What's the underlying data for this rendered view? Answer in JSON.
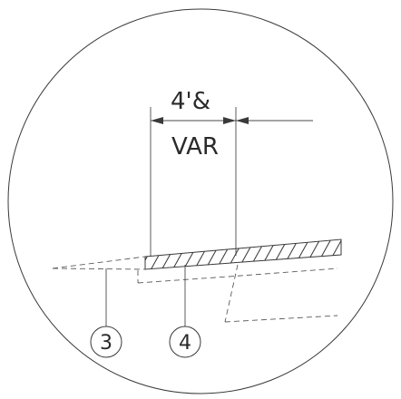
{
  "detail": {
    "dimension_top": "4'&",
    "dimension_bottom": "VAR",
    "callouts": [
      {
        "label": "3"
      },
      {
        "label": "4"
      }
    ]
  }
}
